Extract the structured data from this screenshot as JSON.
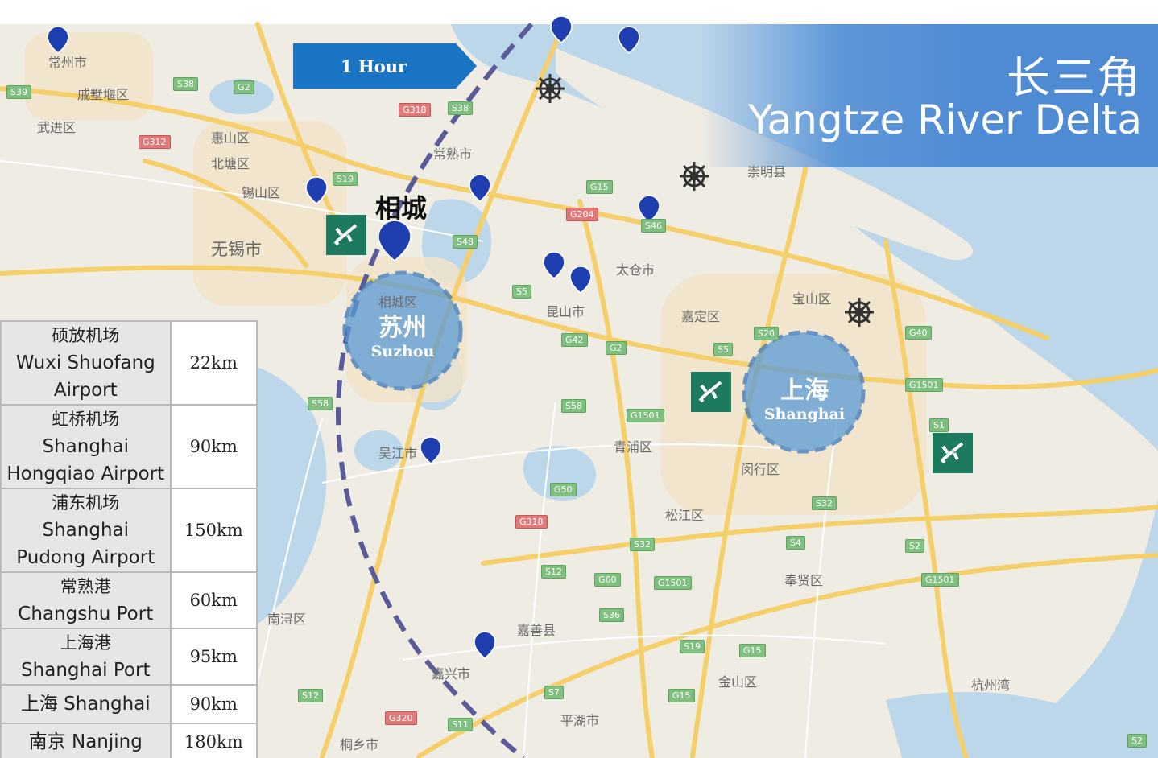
{
  "banner": {
    "title_cn": "长三角",
    "title_en": "Yangtze River Delta"
  },
  "hour_marker": {
    "label": "1 Hour"
  },
  "cities": {
    "suzhou": {
      "cn": "苏州",
      "en": "Suzhou"
    },
    "shanghai": {
      "cn": "上海",
      "en": "Shanghai"
    },
    "xiangcheng": {
      "cn": "相城"
    }
  },
  "distance_table": [
    {
      "cn": "硕放机场",
      "en1": "Wuxi Shuofang",
      "en2": "Airport",
      "distance": "22km"
    },
    {
      "cn": "虹桥机场",
      "en1": "Shanghai",
      "en2": "Hongqiao Airport",
      "distance": "90km"
    },
    {
      "cn": "浦东机场",
      "en1": "Shanghai",
      "en2": "Pudong Airport",
      "distance": "150km"
    },
    {
      "cn": "常熟港",
      "en1": "Changshu Port",
      "en2": "",
      "distance": "60km"
    },
    {
      "cn": "上海港",
      "en1": "Shanghai Port",
      "en2": "",
      "distance": "95km"
    },
    {
      "cn": "上海  Shanghai",
      "en1": "",
      "en2": "",
      "distance": "90km"
    },
    {
      "cn": "南京  Nanjing",
      "en1": "",
      "en2": "",
      "distance": "180km"
    }
  ],
  "map_labels": {
    "changzhou": "常州市",
    "qishuyan": "戚墅堰区",
    "wujin": "武进区",
    "huishan": "惠山区",
    "beitang": "北塘区",
    "xishan": "锡山区",
    "wuxi": "无锡市",
    "changshu": "常熟市",
    "taicang": "太仓市",
    "kunshan": "昆山市",
    "jiading": "嘉定区",
    "baoshan": "宝山区",
    "qingpu": "青浦区",
    "minhang": "闵行区",
    "songjiang": "松江区",
    "fengxian": "奉贤区",
    "jinshan": "金山区",
    "jiashan": "嘉善县",
    "jiaxing": "嘉兴市",
    "pinghu": "平湖市",
    "tongxiang": "桐乡市",
    "nanxun": "南浔区",
    "wujiang": "吴江市",
    "chongming": "崇明县",
    "hangzhouwan": "杭州湾",
    "xiangchengqu": "相城区"
  },
  "highways": [
    "S39",
    "S38",
    "G2",
    "G312",
    "S19",
    "G15",
    "G204",
    "S38",
    "S48",
    "S58",
    "S5",
    "G42",
    "G2",
    "S58",
    "G1501",
    "S5",
    "G40",
    "G1501",
    "S1",
    "G50",
    "G318",
    "S32",
    "S4",
    "S2",
    "S12",
    "G60",
    "G1501",
    "S36",
    "S19",
    "G15",
    "S7",
    "G15",
    "S12",
    "G320",
    "S11",
    "S2",
    "G1501",
    "S46",
    "S20",
    "S32",
    "G318"
  ],
  "colors": {
    "water": "#bcd6ea",
    "land": "#f0ede4",
    "banner": "#4f8bd3",
    "arrow": "#1a74c4",
    "circle": "#5b9bd5",
    "radius_line": "#5b5b9a",
    "airport": "#1d7a5f"
  },
  "icons": [
    "airport-icon",
    "port-icon",
    "location-pin-icon"
  ]
}
